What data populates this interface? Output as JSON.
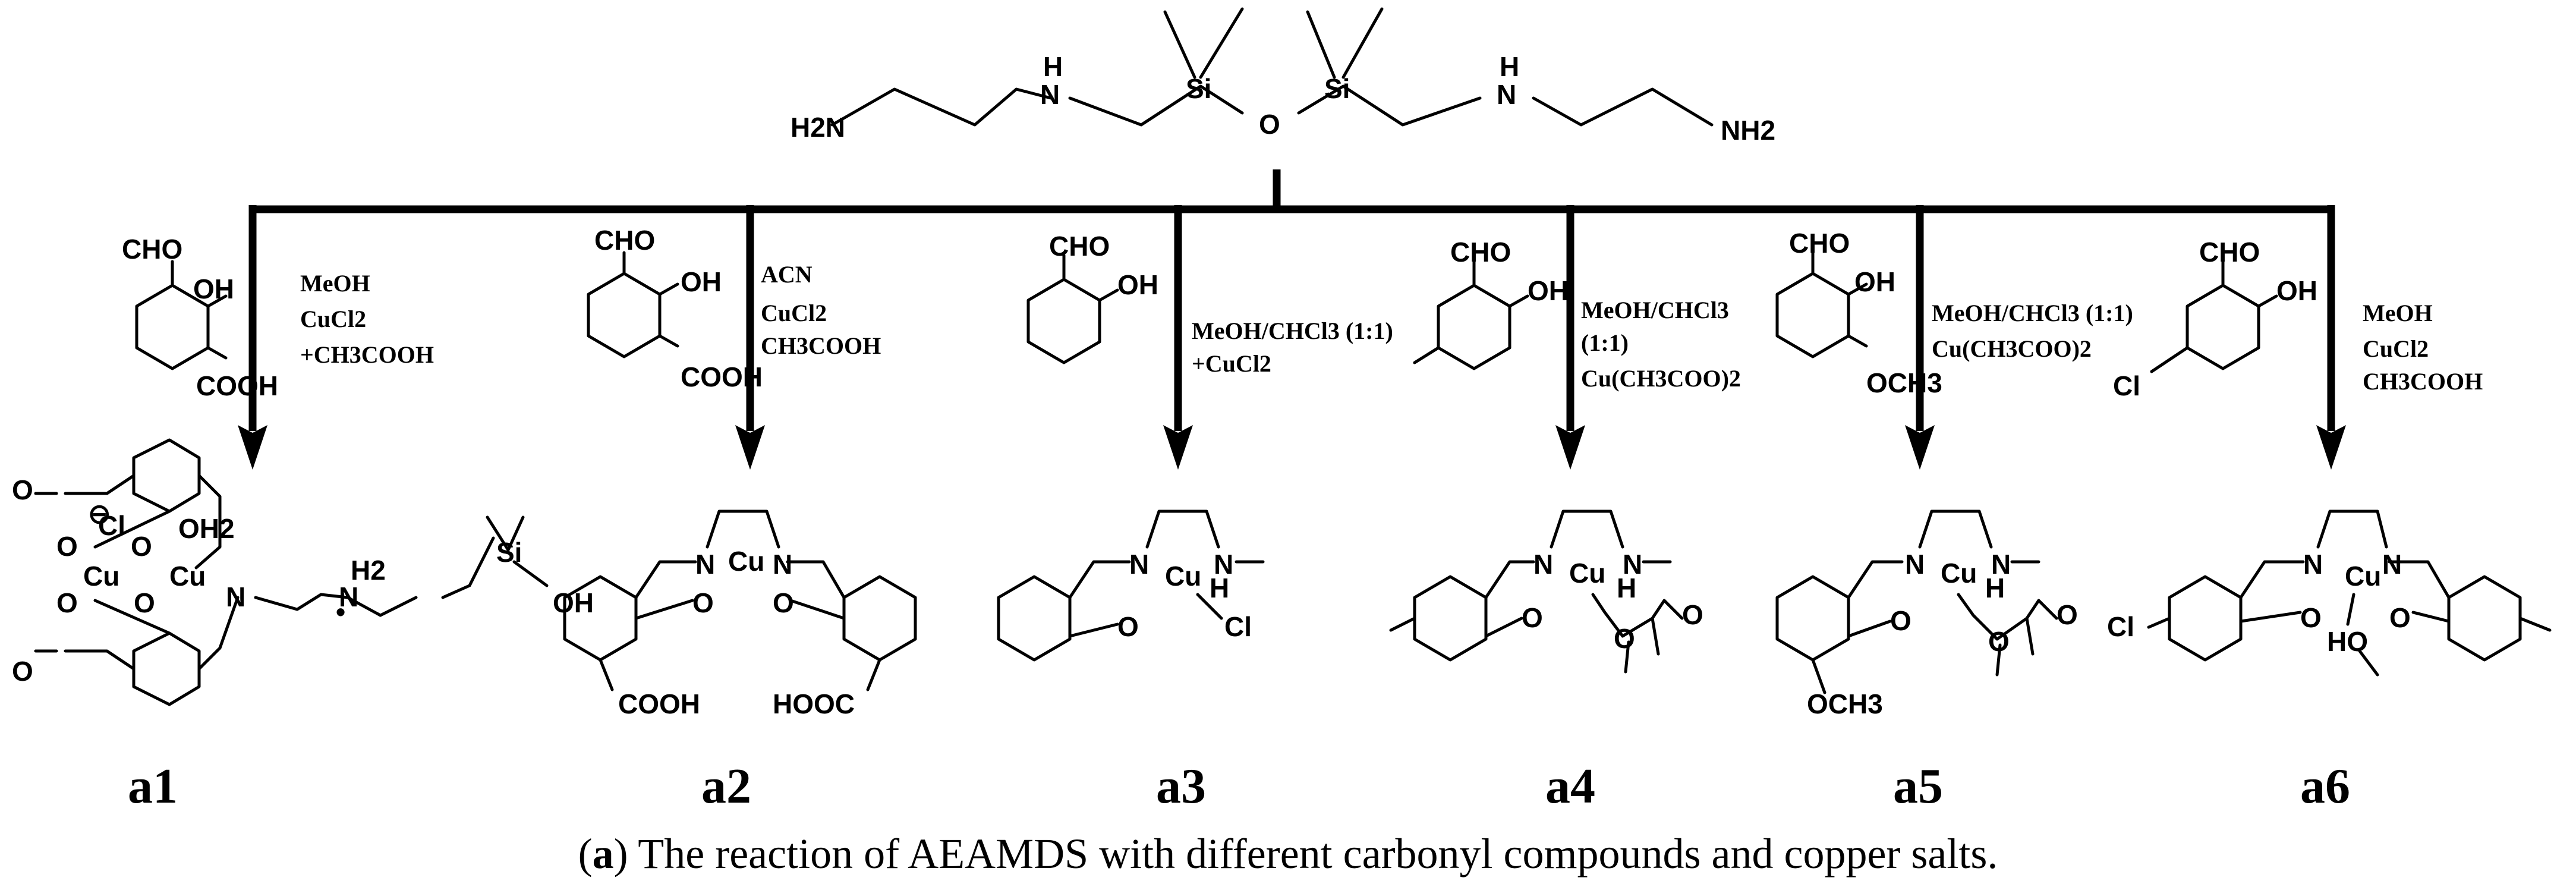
{
  "reactant": {
    "atoms": {
      "h2n_left": "H2N",
      "nh_left": "N",
      "h_left": "H",
      "si_left": "Si",
      "o_bridge": "O",
      "si_right": "Si",
      "nh_right": "N",
      "h_right": "H",
      "nh2_right": "NH2"
    }
  },
  "branches": [
    {
      "label": "a1",
      "aldehyde_groups": [
        "CHO",
        "OH",
        "COOH"
      ],
      "reagents": [
        "MeOH",
        "CuCl2",
        "+CH3COOH"
      ],
      "product_atoms": [
        "O",
        "O",
        "O",
        "O",
        "O",
        "O",
        "Cl",
        "Cu",
        "Cu",
        "OH2",
        "N",
        "H2",
        "N",
        "Si",
        "OH",
        "⊖",
        "•"
      ]
    },
    {
      "label": "a2",
      "aldehyde_groups": [
        "CHO",
        "OH",
        "COOH"
      ],
      "reagents": [
        "ACN",
        "CuCl2",
        "CH3COOH"
      ],
      "product_atoms": [
        "N",
        "N",
        "Cu",
        "O",
        "O",
        "COOH",
        "HOOC"
      ]
    },
    {
      "label": "a3",
      "aldehyde_groups": [
        "CHO",
        "OH"
      ],
      "reagents": [
        "MeOH/CHCl3 (1:1)",
        "+CuCl2"
      ],
      "product_atoms": [
        "N",
        "N",
        "H",
        "Cu",
        "O",
        "Cl"
      ]
    },
    {
      "label": "a4",
      "aldehyde_groups": [
        "CHO",
        "OH"
      ],
      "reagents": [
        "MeOH/CHCl3",
        "(1:1)",
        "Cu(CH3COO)2"
      ],
      "product_atoms": [
        "N",
        "N",
        "H",
        "Cu",
        "O",
        "O",
        "O"
      ]
    },
    {
      "label": "a5",
      "aldehyde_groups": [
        "CHO",
        "OH",
        "OCH3"
      ],
      "reagents": [
        "MeOH/CHCl3 (1:1)",
        "Cu(CH3COO)2"
      ],
      "product_atoms": [
        "N",
        "N",
        "H",
        "Cu",
        "O",
        "O",
        "O",
        "OCH3"
      ]
    },
    {
      "label": "a6",
      "aldehyde_groups": [
        "CHO",
        "OH",
        "Cl"
      ],
      "reagents": [
        "MeOH",
        "CuCl2",
        "CH3COOH"
      ],
      "product_atoms": [
        "N",
        "N",
        "Cu",
        "O",
        "HO",
        "O",
        "Cl"
      ]
    }
  ],
  "caption": {
    "label": "a",
    "text": "The reaction of AEAMDS with different carbonyl compounds and copper salts."
  }
}
